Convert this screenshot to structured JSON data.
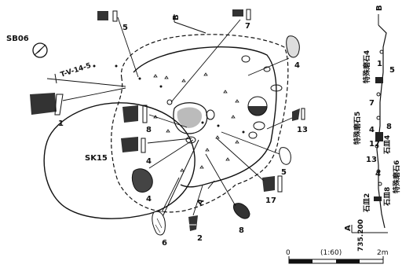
{
  "labels": {
    "site": "SB06",
    "pit": "SK15",
    "grid": "T-V-14-5",
    "section_b_top": "B",
    "section_b_right": "B",
    "section_a_plan": "A",
    "section_a_profile": "A",
    "elevation": "735.200"
  },
  "artifact_numbers": {
    "n1": "1",
    "n2": "2",
    "n4a": "4",
    "n4b": "4",
    "n4c": "4",
    "n4d": "4",
    "n5a": "5",
    "n5b": "5",
    "n6": "6",
    "n7": "7",
    "n8a": "8",
    "n8b": "8",
    "n13": "13",
    "n17": "17"
  },
  "profile_labels": {
    "special_stone_4": "特殊磨石4",
    "special_stone_5": "特殊磨石5",
    "special_stone_6": "特殊磨石6",
    "stone_plate_4": "石皿4",
    "stone_plate_2": "石皿2",
    "stone_plate_8": "石皿8",
    "p1": "1",
    "p5": "5",
    "p7": "7",
    "p4": "4",
    "p17": "17",
    "p8": "8",
    "p13": "13",
    "p4b": "4"
  },
  "scale": {
    "zero": "0",
    "ratio": "(1:60)",
    "end": "2m"
  }
}
